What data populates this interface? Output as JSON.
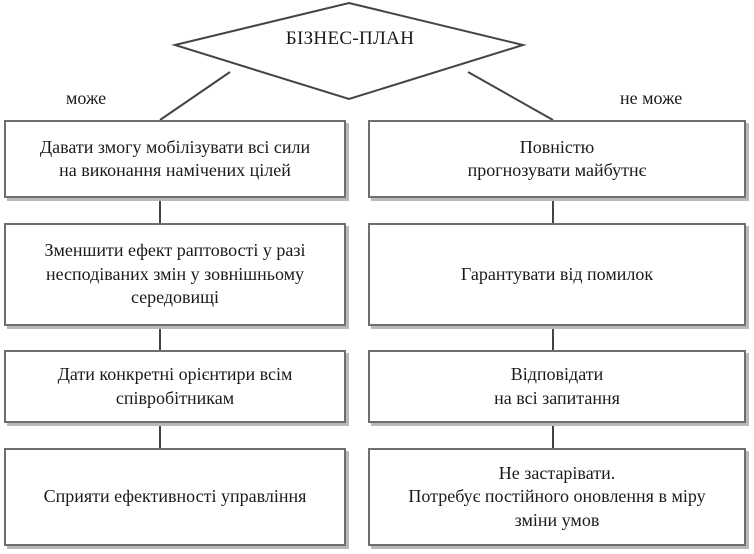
{
  "title": "БІЗНЕС-ПЛАН",
  "branches": {
    "left_label": "може",
    "right_label": "не може"
  },
  "left_column": [
    "Давати змогу мобілізувати всі сили\nна виконання намічених цілей",
    "Зменшити ефект раптовості у разі\nнесподіваних змін у зовнішньому\nсередовищі",
    "Дати конкретні орієнтири всім\nспівробітникам",
    "Сприяти ефективності управління"
  ],
  "right_column": [
    "Повністю\nпрогнозувати майбутнє",
    "Гарантувати від помилок",
    "Відповідати\nна всі запитання",
    "Не застарівати.\nПотребує постійного оновлення в міру\nзміни умов"
  ],
  "colors": {
    "border": "#6e6e6e",
    "shadow": "#b9b9b9",
    "text": "#1a1a1a"
  }
}
